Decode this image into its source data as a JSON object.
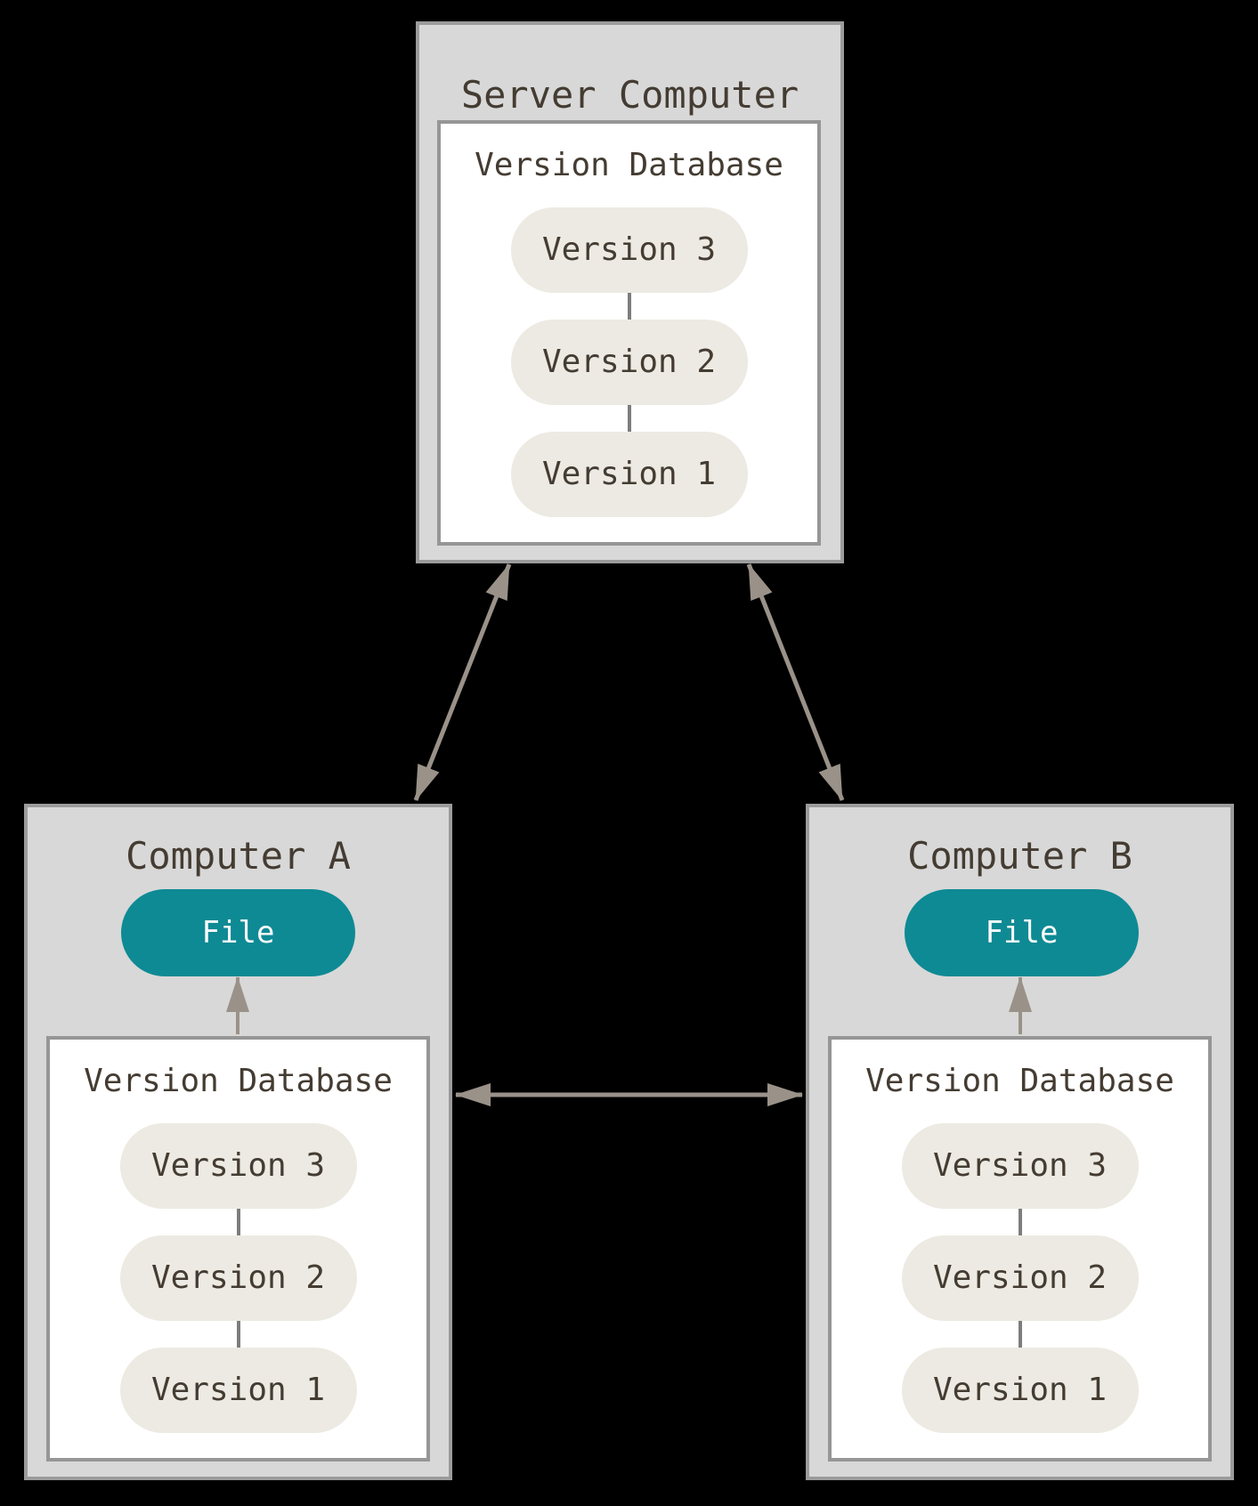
{
  "colors": {
    "canvas-bg": "#000000",
    "box-fill": "#d8d8d8",
    "box-border": "#9b9b9b",
    "inner-fill": "#ffffff",
    "inner-border": "#969696",
    "pill-fill": "#eceae2",
    "title-text": "#443c32",
    "file-fill": "#0e8a94",
    "file-text": "#fafafa",
    "arrow": "#9a9289",
    "connector": "#7d7d7d"
  },
  "server": {
    "title": "Server Computer",
    "database": {
      "title": "Version Database",
      "versions": [
        "Version 3",
        "Version 2",
        "Version 1"
      ]
    }
  },
  "computer_a": {
    "title": "Computer A",
    "file_label": "File",
    "database": {
      "title": "Version Database",
      "versions": [
        "Version 3",
        "Version 2",
        "Version 1"
      ]
    }
  },
  "computer_b": {
    "title": "Computer B",
    "file_label": "File",
    "database": {
      "title": "Version Database",
      "versions": [
        "Version 3",
        "Version 2",
        "Version 1"
      ]
    }
  }
}
